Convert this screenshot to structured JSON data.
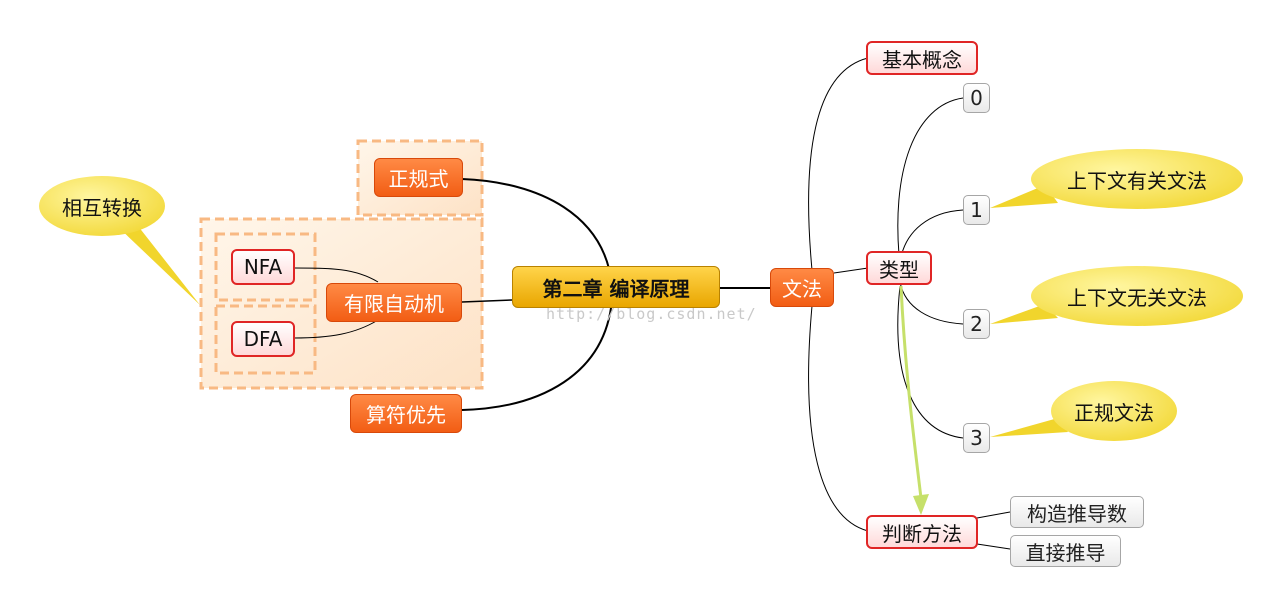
{
  "root": {
    "label": "第二章  编译原理"
  },
  "left": {
    "regular_expression": "正规式",
    "finite_automaton": "有限自动机",
    "nfa": "NFA",
    "dfa": "DFA",
    "operator_precedence": "算符优先",
    "callout_mutual_conversion": "相互转换"
  },
  "right": {
    "grammar": "文法",
    "basic_concepts": "基本概念",
    "types": "类型",
    "type_numbers": [
      "0",
      "1",
      "2",
      "3"
    ],
    "judgment_methods": "判断方法",
    "construct_derivation_tree": "构造推导数",
    "direct_derivation": "直接推导",
    "callout_context_sensitive": "上下文有关文法",
    "callout_context_free": "上下文无关文法",
    "callout_regular": "正规文法"
  },
  "watermark": "http://blog.csdn.net/",
  "colors": {
    "main_topic": "#f5b400",
    "subtopic_orange": "#f86a22",
    "pink_border": "#e02525",
    "callout_yellow": "#f4dc3a",
    "boundary_dashed": "#f8b983",
    "relationship_arrow": "#c6e06a"
  }
}
